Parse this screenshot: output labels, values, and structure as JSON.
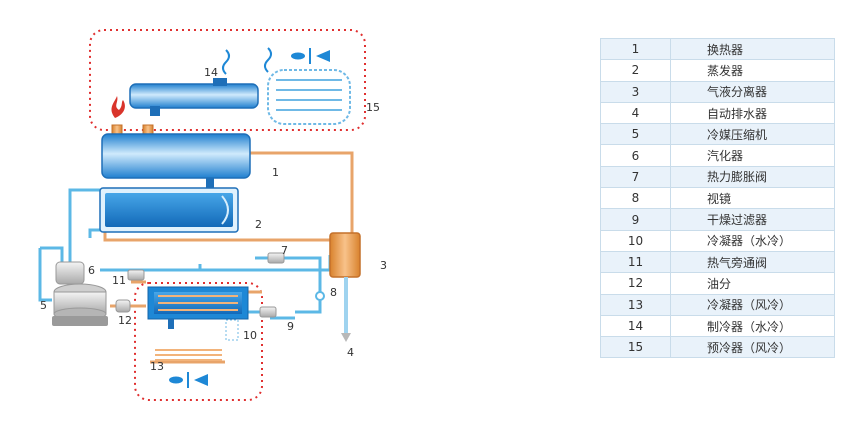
{
  "diagram_labels": [
    "1",
    "2",
    "3",
    "4",
    "5",
    "6",
    "7",
    "8",
    "9",
    "10",
    "11",
    "12",
    "13",
    "14",
    "15"
  ],
  "legend": [
    {
      "num": "1",
      "name": "换热器"
    },
    {
      "num": "2",
      "name": "蒸发器"
    },
    {
      "num": "3",
      "name": "气液分离器"
    },
    {
      "num": "4",
      "name": "自动排水器"
    },
    {
      "num": "5",
      "name": "冷媒压缩机"
    },
    {
      "num": "6",
      "name": "汽化器"
    },
    {
      "num": "7",
      "name": "热力膨胀阀"
    },
    {
      "num": "8",
      "name": "视镜"
    },
    {
      "num": "9",
      "name": "干燥过滤器"
    },
    {
      "num": "10",
      "name": "冷凝器（水冷）"
    },
    {
      "num": "11",
      "name": "热气旁通阀"
    },
    {
      "num": "12",
      "name": "油分"
    },
    {
      "num": "13",
      "name": "冷凝器（风冷）"
    },
    {
      "num": "14",
      "name": "制冷器（水冷）"
    },
    {
      "num": "15",
      "name": "预冷器（风冷）"
    }
  ],
  "colors": {
    "accent_blue": "#1e88d6",
    "pipe_orange": "#e8a46a",
    "pipe_blue": "#5cb8e6",
    "dashed_red": "#e03030",
    "flame_red": "#d9342b",
    "table_border": "#c9dcea",
    "table_stripe": "#e9f2fa"
  }
}
